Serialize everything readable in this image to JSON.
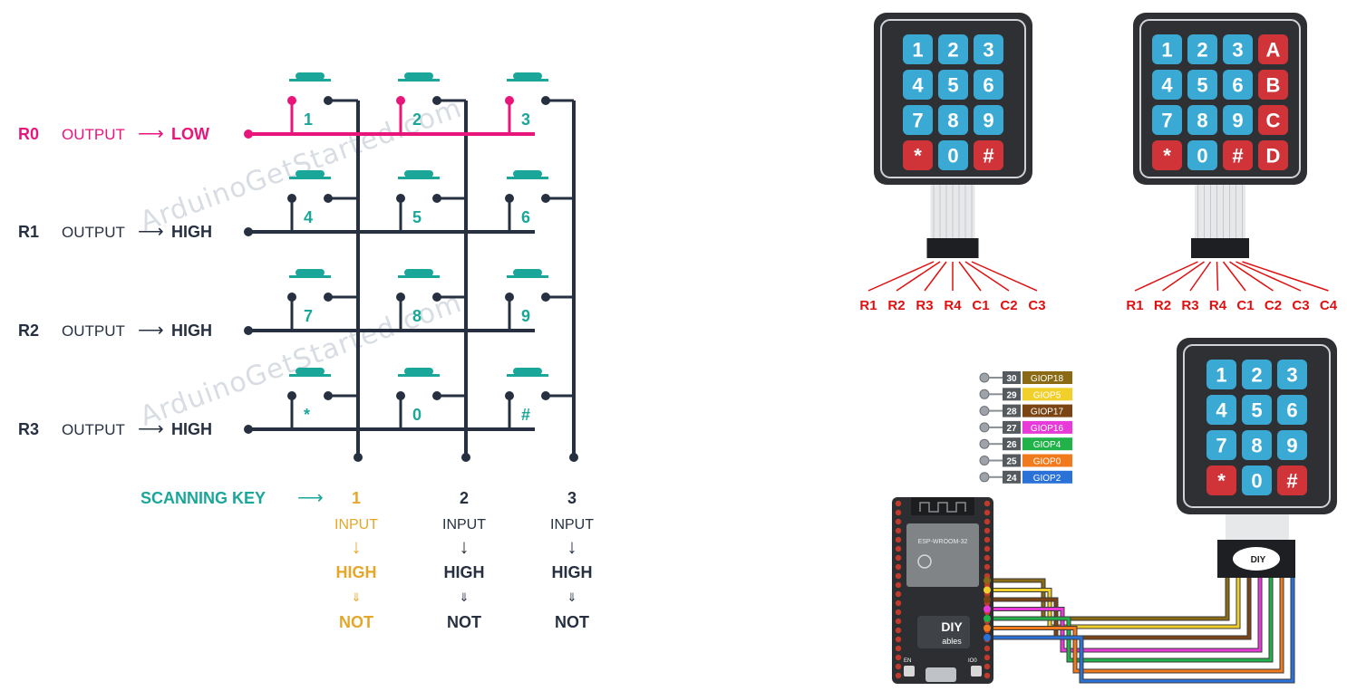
{
  "watermark": "ArduinoGetStarted.com",
  "matrix": {
    "rows": [
      {
        "id": "R0",
        "mode": "OUTPUT",
        "level": "LOW",
        "active": true
      },
      {
        "id": "R1",
        "mode": "OUTPUT",
        "level": "HIGH",
        "active": false
      },
      {
        "id": "R2",
        "mode": "OUTPUT",
        "level": "HIGH",
        "active": false
      },
      {
        "id": "R3",
        "mode": "OUTPUT",
        "level": "HIGH",
        "active": false
      }
    ],
    "keys": [
      [
        "1",
        "2",
        "3"
      ],
      [
        "4",
        "5",
        "6"
      ],
      [
        "7",
        "8",
        "9"
      ],
      [
        "*",
        "0",
        "#"
      ]
    ],
    "scanning_label": "SCANNING KEY",
    "columns": [
      {
        "num": "1",
        "mode": "INPUT",
        "level": "HIGH",
        "result": "NOT",
        "highlight": true
      },
      {
        "num": "2",
        "mode": "INPUT",
        "level": "HIGH",
        "result": "NOT",
        "highlight": false
      },
      {
        "num": "3",
        "mode": "INPUT",
        "level": "HIGH",
        "result": "NOT",
        "highlight": false
      }
    ]
  },
  "keypads": {
    "keypad_3x4": {
      "keys": [
        [
          "1",
          "2",
          "3"
        ],
        [
          "4",
          "5",
          "6"
        ],
        [
          "7",
          "8",
          "9"
        ],
        [
          "*",
          "0",
          "#"
        ]
      ],
      "pins": [
        "R1",
        "R2",
        "R3",
        "R4",
        "C1",
        "C2",
        "C3"
      ]
    },
    "keypad_4x4": {
      "keys": [
        [
          "1",
          "2",
          "3",
          "A"
        ],
        [
          "4",
          "5",
          "6",
          "B"
        ],
        [
          "7",
          "8",
          "9",
          "C"
        ],
        [
          "*",
          "0",
          "#",
          "D"
        ]
      ],
      "pins": [
        "R1",
        "R2",
        "R3",
        "R4",
        "C1",
        "C2",
        "C3",
        "C4"
      ]
    },
    "keypad_wired": {
      "keys": [
        [
          "1",
          "2",
          "3"
        ],
        [
          "4",
          "5",
          "6"
        ],
        [
          "7",
          "8",
          "9"
        ],
        [
          "*",
          "0",
          "#"
        ]
      ]
    }
  },
  "pin_legend": [
    {
      "num": "30",
      "label": "GIOP18",
      "color": "#8a6a14"
    },
    {
      "num": "29",
      "label": "GIOP5",
      "color": "#f2d02c"
    },
    {
      "num": "28",
      "label": "GIOP17",
      "color": "#7a4414"
    },
    {
      "num": "27",
      "label": "GIOP16",
      "color": "#e83ad8"
    },
    {
      "num": "26",
      "label": "GIOP4",
      "color": "#22b24a"
    },
    {
      "num": "25",
      "label": "GIOP0",
      "color": "#f07a1c"
    },
    {
      "num": "24",
      "label": "GIOP2",
      "color": "#2a72d8"
    }
  ],
  "board": {
    "module_label": "ESP-WROOM-32",
    "logo": "DIY ables",
    "en_label": "EN",
    "io0_label": "IO0"
  },
  "colors": {
    "dark": "#263040",
    "pink": "#e8157a",
    "teal": "#1aa79a",
    "gold": "#e5a72a",
    "key_blue": "#3aa9d4",
    "key_red": "#d13438",
    "pin_red": "#e01010"
  }
}
